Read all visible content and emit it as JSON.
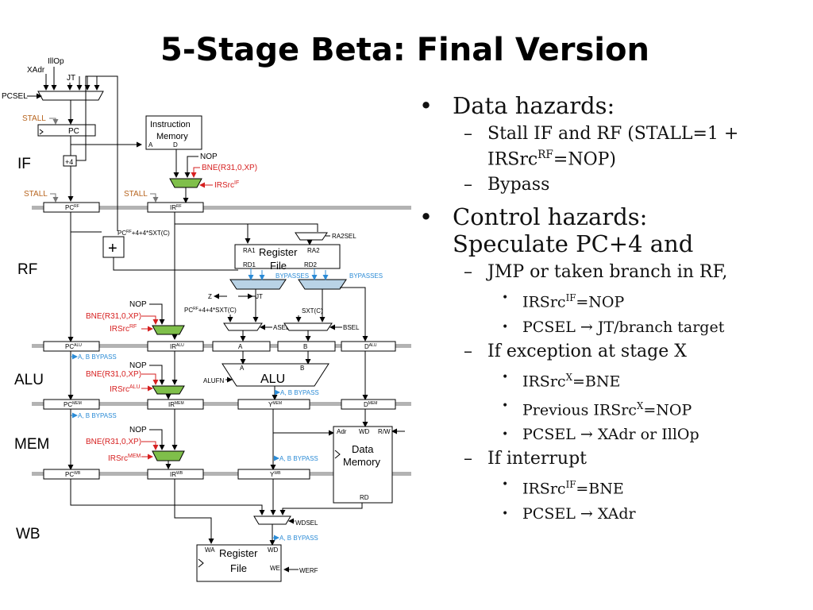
{
  "slide": {
    "title": "5-Stage Beta: Final Version",
    "bullets": {
      "data_hazards": "Data hazards:",
      "stall_pre": "Stall IF and RF (STALL=1 + ",
      "stall_irsrc": "IRSrc",
      "stall_sup": "RF",
      "stall_post": "=NOP)",
      "bypass": "Bypass",
      "control_hazards_1": "Control hazards:",
      "control_hazards_2": "Speculate PC+4 and",
      "jmp": "JMP or taken branch in RF,",
      "jmp_irsrc": "IRSrc",
      "jmp_irsrc_sup": "IF",
      "jmp_irsrc_val": "=NOP",
      "jmp_pcsel": "PCSEL → JT/branch target",
      "exc": "If exception at stage X",
      "exc_irsrc": "IRSrc",
      "exc_irsrc_sup": "X",
      "exc_irsrc_val": "=BNE",
      "exc_prev": "Previous IRSrc",
      "exc_prev_sup": "X",
      "exc_prev_val": "=NOP",
      "exc_pcsel": "PCSEL → XAdr or IllOp",
      "intr": "If interrupt",
      "intr_irsrc": "IRSrc",
      "intr_irsrc_sup": "IF",
      "intr_irsrc_val": "=BNE",
      "intr_pcsel": "PCSEL → XAdr"
    }
  },
  "diagram": {
    "stages": [
      "IF",
      "RF",
      "ALU",
      "MEM",
      "WB"
    ],
    "top_inputs": {
      "illop": "IllOp",
      "xadr": "XAdr",
      "jt": "JT"
    },
    "pcsel": "PCSEL",
    "stall": "STALL",
    "pc": "PC",
    "plus4": "+4",
    "plus": "+",
    "imem": {
      "line1": "Instruction",
      "line2": "Memory",
      "a": "A",
      "d": "D"
    },
    "nop": "NOP",
    "bne": "BNE(R31,0,XP)",
    "irsrc": "IRSrc",
    "sup_if": "IF",
    "sup_rf": "RF",
    "sup_alu": "ALU",
    "sup_mem": "MEM",
    "sup_wb": "WB",
    "ir": "IR",
    "d": "D",
    "y": "Y",
    "a": "A",
    "b": "B",
    "branch_target": "+4+4*SXT(C)",
    "ra2sel": "RA2SEL",
    "regfile": {
      "line1": "Register",
      "line2": "File",
      "ra1": "RA1",
      "ra2": "RA2",
      "rd1": "RD1",
      "rd2": "RD2"
    },
    "bypasses": "BYPASSES",
    "z": "Z",
    "jt": "JT",
    "sxtc": "SXT(C)",
    "asel": "ASEL",
    "bsel": "BSEL",
    "ab_bypass": "A, B BYPASS",
    "alufn": "ALUFN",
    "alu": "ALU",
    "dmem": {
      "line1": "Data",
      "line2": "Memory",
      "adr": "Adr",
      "wd": "WD",
      "rw": "R/W",
      "rd": "RD"
    },
    "wdsel": "WDSEL",
    "wb_regfile": {
      "line1": "Register",
      "line2": "File",
      "wa": "WA",
      "wd": "WD",
      "we": "WE",
      "werf": "WERF"
    },
    "colors": {
      "red": "#d61f1f",
      "orange": "#b8651f",
      "blue": "#2b8bd6",
      "green": "#7fbf4a",
      "mux_blue": "#b9d3e6",
      "bar": "#b3b3b3"
    }
  }
}
